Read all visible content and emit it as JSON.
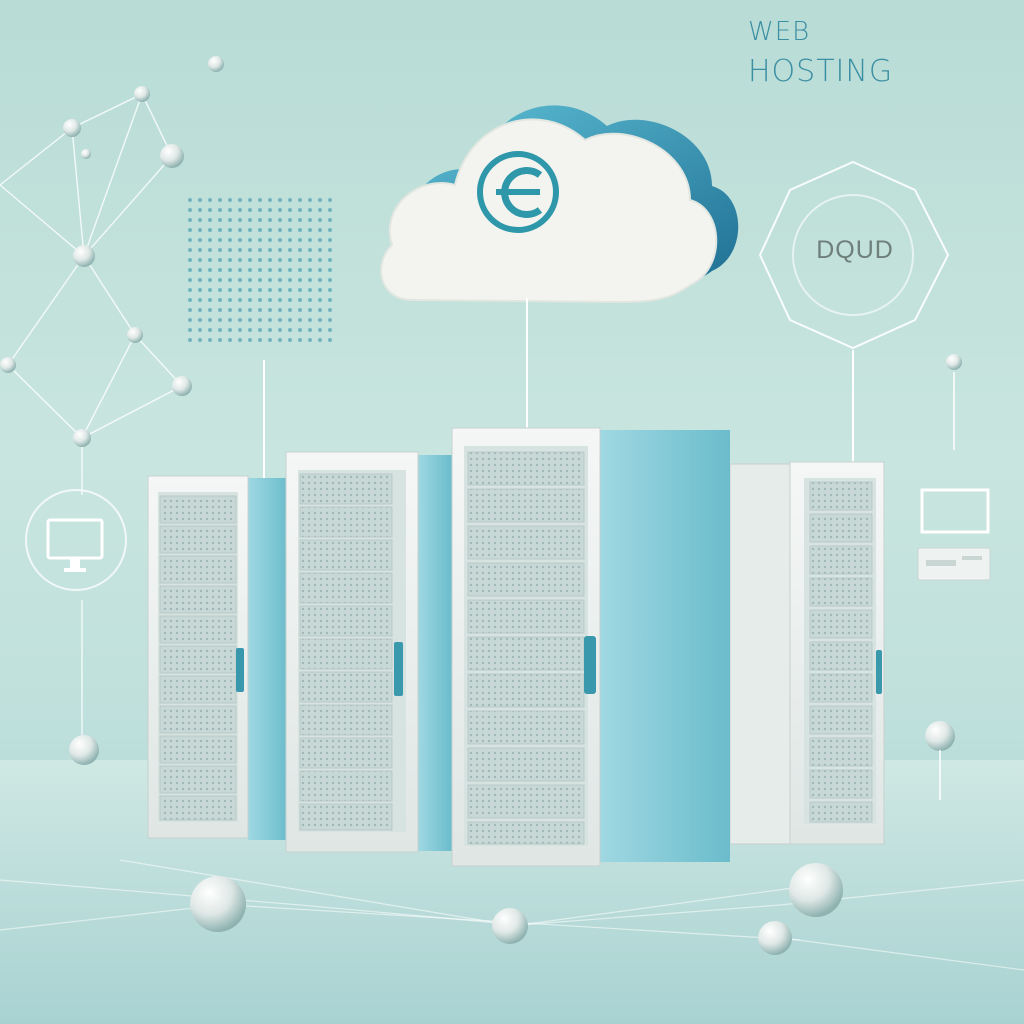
{
  "heading": {
    "line1": "WEB",
    "line2": "HOSTING"
  },
  "badge": {
    "label": "DQUD"
  },
  "colors": {
    "background_top": "#b9dcd6",
    "background_bottom": "#a9d3d3",
    "accent": "#3b8fa3",
    "cloud": "#f3f4ef",
    "cloud_edge": "#2f8fb0",
    "rack_body": "#e8ecea",
    "rack_side": "#7fc6d3"
  },
  "icons": [
    "cloud-icon",
    "globe-e-icon",
    "monitor-icon",
    "desktop-computer-icon",
    "network-graph-icon",
    "dot-sphere-icon",
    "badge-icon"
  ]
}
